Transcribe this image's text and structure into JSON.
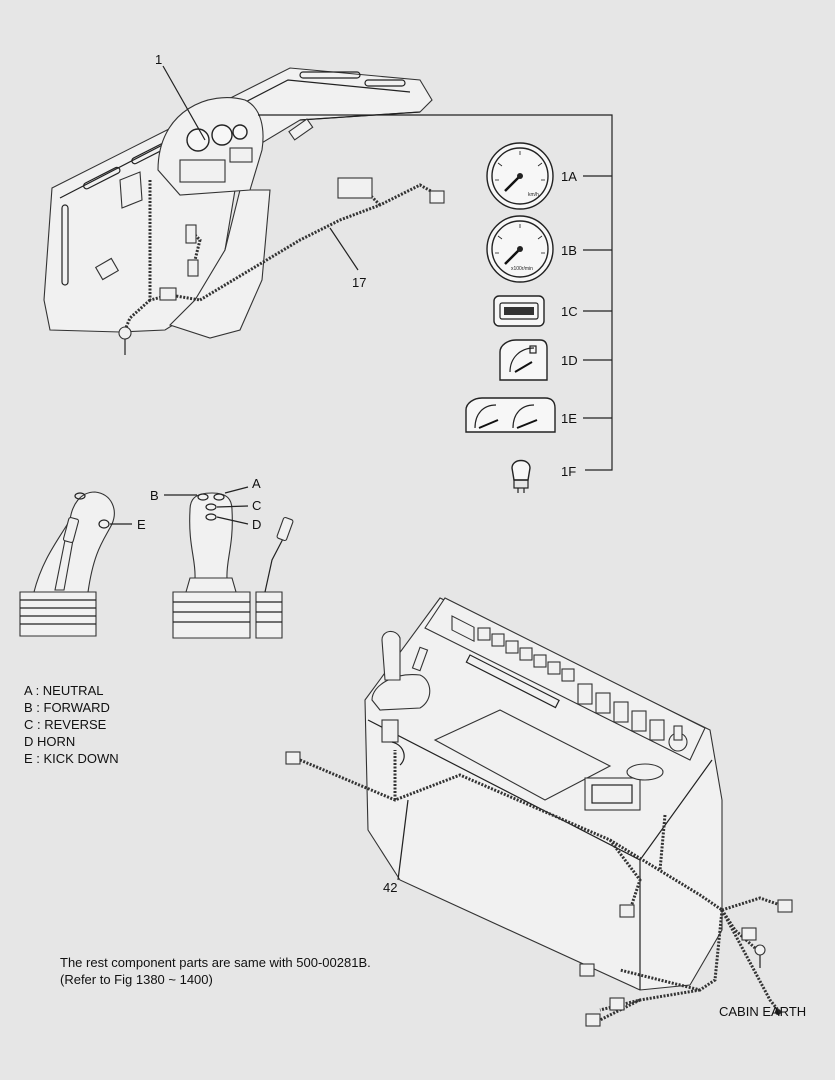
{
  "callouts": {
    "c1": "1",
    "c17": "17",
    "c1A": "1A",
    "c1B": "1B",
    "c1C": "1C",
    "c1D": "1D",
    "c1E": "1E",
    "c1F": "1F",
    "cA": "A",
    "cB": "B",
    "cC": "C",
    "cD": "D",
    "cE": "E",
    "c42": "42",
    "cabin_earth": "CABIN EARTH"
  },
  "gauge_text": {
    "speed_unit": "km/h",
    "rpm_unit": "x100r/min"
  },
  "legend": [
    "A : NEUTRAL",
    "B : FORWARD",
    "C : REVERSE",
    "D  HORN",
    "E : KICK DOWN"
  ],
  "note": {
    "line1": "The rest component parts are same with 500-00281B.",
    "line2": "(Refer to Fig 1380 ~ 1400)"
  }
}
